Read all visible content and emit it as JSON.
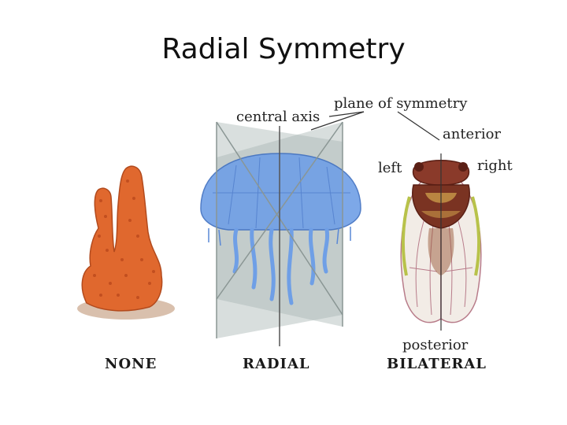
{
  "title": "Radial Symmetry",
  "labels": {
    "central_axis": "central axis",
    "plane_of_symmetry": "plane of symmetry",
    "anterior": "anterior",
    "left": "left",
    "right": "right",
    "posterior": "posterior"
  },
  "captions": {
    "none": "NONE",
    "radial": "RADIAL",
    "bilateral": "BILATERAL"
  },
  "colors": {
    "sponge": "#e0682e",
    "jellyfish": "#6f9fe6",
    "cicada_body": "#8a3a2a",
    "wing_vein": "#b87c8a",
    "plane": "#b9c4c2"
  }
}
